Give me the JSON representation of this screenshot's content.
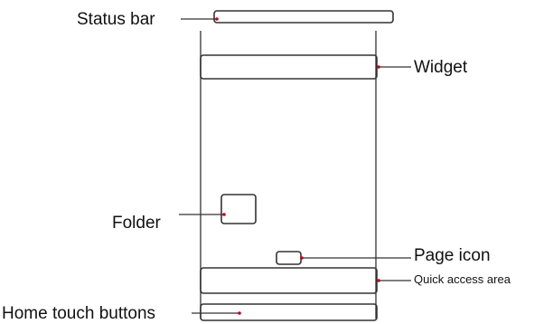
{
  "diagram": {
    "labels": {
      "status_bar": "Status bar",
      "widget": "Widget",
      "folder": "Folder",
      "page_icon": "Page icon",
      "quick_access_area": "Quick access area",
      "home_touch_buttons": "Home touch buttons"
    },
    "colors": {
      "outline": "#333333",
      "highlight": "#c4001a",
      "text": "#111111"
    }
  }
}
